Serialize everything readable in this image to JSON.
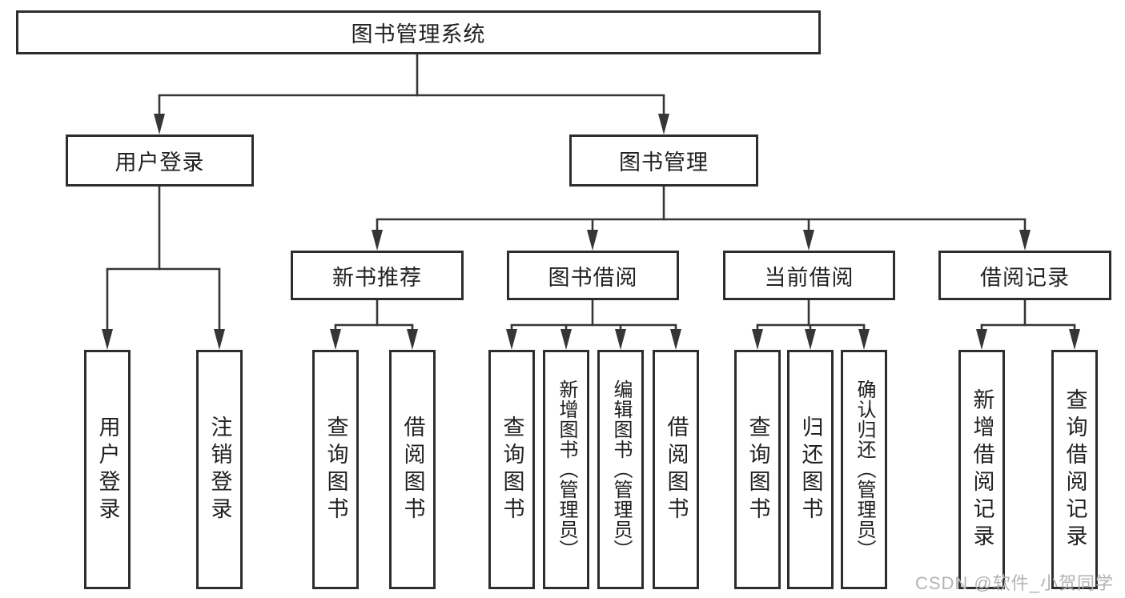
{
  "nodes": {
    "root": {
      "label": "图书管理系统"
    },
    "level2": [
      {
        "label": "用户登录"
      },
      {
        "label": "图书管理"
      }
    ],
    "level3": [
      {
        "label": "新书推荐"
      },
      {
        "label": "图书借阅"
      },
      {
        "label": "当前借阅"
      },
      {
        "label": "借阅记录"
      }
    ],
    "leaves_user": [
      {
        "label": "用户登录"
      },
      {
        "label": "注销登录"
      }
    ],
    "leaves_newbook": [
      {
        "label": "查询图书"
      },
      {
        "label": "借阅图书"
      }
    ],
    "leaves_borrow": [
      {
        "label": "查询图书"
      },
      {
        "label": "新增图书（管理员）"
      },
      {
        "label": "编辑图书（管理员）"
      },
      {
        "label": "借阅图书"
      }
    ],
    "leaves_current": [
      {
        "label": "查询图书"
      },
      {
        "label": "归还图书"
      },
      {
        "label": "确认归还（管理员）"
      }
    ],
    "leaves_records": [
      {
        "label": "新增借阅记录"
      },
      {
        "label": "查询借阅记录"
      }
    ]
  },
  "watermark": "CSDN @软件_小贺同学",
  "colors": {
    "line": "#363636",
    "box_border": "#2d2d2d",
    "text": "#212121",
    "background": "#ffffff",
    "watermark": "#b3b3b3"
  }
}
